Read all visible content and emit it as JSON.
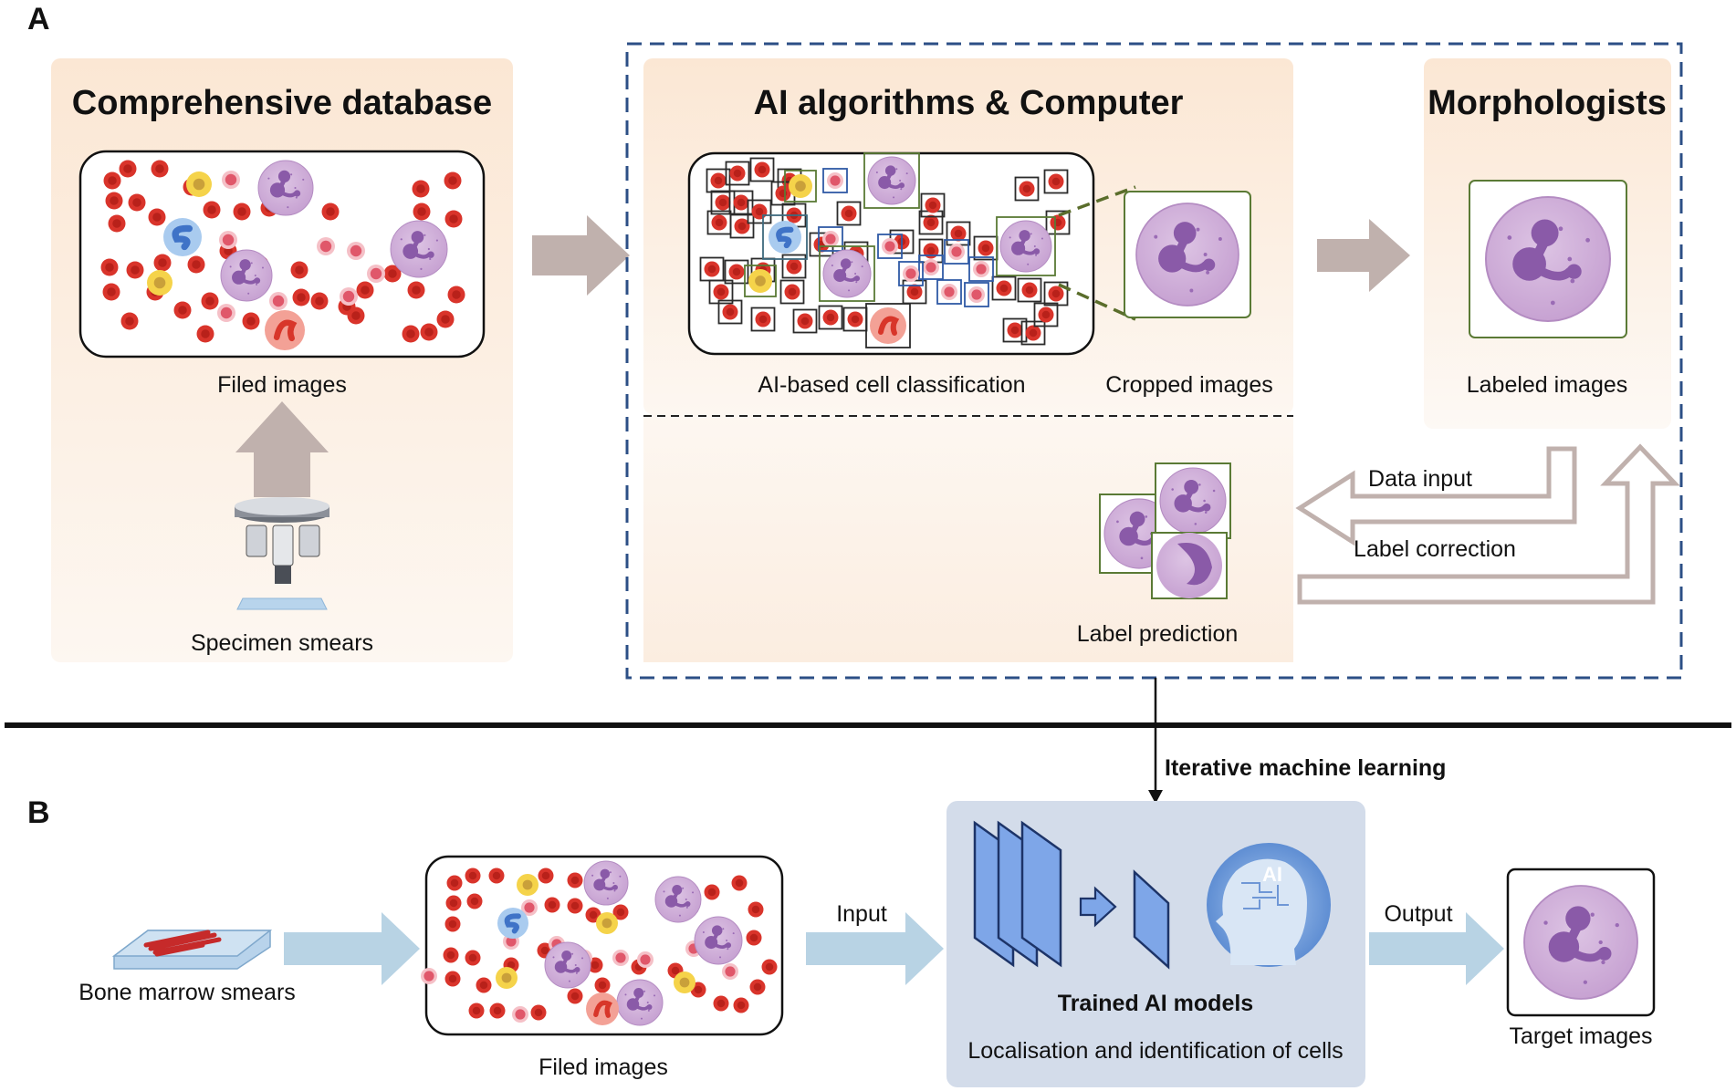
{
  "panel_a": {
    "letter": "A",
    "database": {
      "title": "Comprehensive database",
      "filed_images": "Filed images",
      "specimen_smears": "Specimen smears"
    },
    "ai_box": {
      "title": "AI algorithms & Computer",
      "classification": "AI-based cell classification",
      "cropped": "Cropped images",
      "label_prediction": "Label prediction"
    },
    "morphologists": {
      "title": "Morphologists",
      "labeled": "Labeled images"
    },
    "data_input": "Data input",
    "label_correction": "Label correction"
  },
  "iterative_label": "Iterative machine learning",
  "panel_b": {
    "letter": "B",
    "bone_marrow": "Bone marrow smears",
    "filed_images": "Filed images",
    "input": "Input",
    "model_title": "Trained AI models",
    "model_subtitle": "Localisation and identification of cells",
    "ai_badge": "AI",
    "output": "Output",
    "target": "Target images"
  },
  "colors": {
    "panel_bg_top": "#fbe9d8",
    "panel_bg_bottom": "#fdf6ef",
    "dashed_border": "#2c4f86",
    "gray_arrow": "#c0b1ad",
    "blue_arrow": "#b8d3e4",
    "model_bg": "#d3dcea",
    "rbc": "#d9342b",
    "neutrophil": "#c9a3d3",
    "nucleus": "#8a5aa8"
  }
}
